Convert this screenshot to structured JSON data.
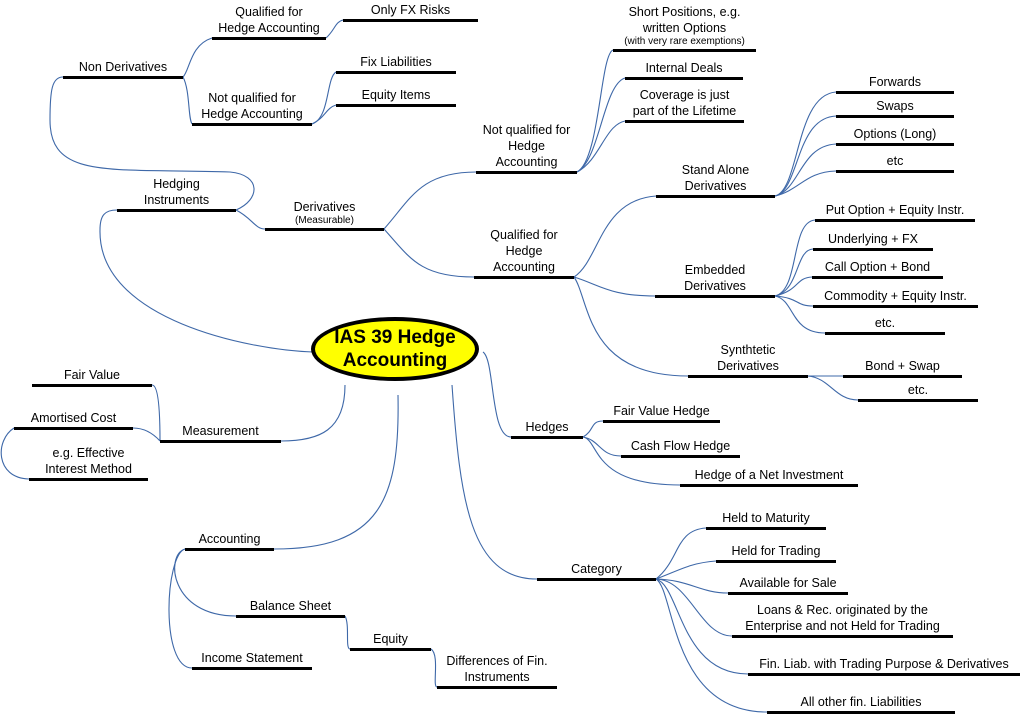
{
  "colors": {
    "connector": "#3e68a8",
    "central_fill": "#ffff00",
    "bar": "#000000"
  },
  "central": {
    "line1": "IAS 39 Hedge",
    "line2": "Accounting"
  },
  "nodes": {
    "hedging_instruments": [
      "Hedging",
      "Instruments"
    ],
    "non_derivatives": [
      "Non Derivatives"
    ],
    "nd_qualified": [
      "Qualified for",
      "Hedge Accounting"
    ],
    "only_fx_risks": [
      "Only FX Risks"
    ],
    "nd_not_qualified": [
      "Not qualified for",
      "Hedge Accounting"
    ],
    "fix_liabilities": [
      "Fix Liabilities"
    ],
    "equity_items": [
      "Equity Items"
    ],
    "derivatives": [
      "Derivatives"
    ],
    "derivatives_sub": "(Measurable)",
    "d_not_qualified": [
      "Not qualified for",
      "Hedge",
      "Accounting"
    ],
    "short_positions": [
      "Short Positions, e.g.",
      "written Options"
    ],
    "short_positions_sub": "(with very rare exemptions)",
    "internal_deals": [
      "Internal Deals"
    ],
    "coverage": [
      "Coverage is just",
      "part of the Lifetime"
    ],
    "d_qualified": [
      "Qualified for",
      "Hedge",
      "Accounting"
    ],
    "stand_alone": [
      "Stand Alone",
      "Derivatives"
    ],
    "forwards": [
      "Forwards"
    ],
    "swaps": [
      "Swaps"
    ],
    "options_long": [
      "Options (Long)"
    ],
    "etc_1": [
      "etc"
    ],
    "embedded": [
      "Embedded",
      "Derivatives"
    ],
    "put_option": [
      "Put Option + Equity Instr."
    ],
    "underlying_fx": [
      "Underlying + FX"
    ],
    "call_option": [
      "Call Option + Bond"
    ],
    "commodity": [
      "Commodity + Equity Instr."
    ],
    "etc_2": [
      "etc."
    ],
    "synthetic": [
      "Synthtetic",
      "Derivatives"
    ],
    "bond_swap": [
      "Bond + Swap"
    ],
    "etc_3": [
      "etc."
    ],
    "measurement": [
      "Measurement"
    ],
    "fair_value": [
      "Fair Value"
    ],
    "amortised_cost": [
      "Amortised Cost"
    ],
    "effective_interest": [
      "e.g. Effective",
      "Interest Method"
    ],
    "hedges": [
      "Hedges"
    ],
    "fair_value_hedge": [
      "Fair Value Hedge"
    ],
    "cash_flow_hedge": [
      "Cash Flow Hedge"
    ],
    "net_investment": [
      "Hedge of a Net Investment"
    ],
    "accounting": [
      "Accounting"
    ],
    "balance_sheet": [
      "Balance Sheet"
    ],
    "equity": [
      "Equity"
    ],
    "differences": [
      "Differences of Fin.",
      "Instruments"
    ],
    "income_statement": [
      "Income Statement"
    ],
    "category": [
      "Category"
    ],
    "held_to_maturity": [
      "Held to Maturity"
    ],
    "held_for_trading": [
      "Held for Trading"
    ],
    "available_for_sale": [
      "Available for Sale"
    ],
    "loans_rec": [
      "Loans & Rec. originated by the",
      "Enterprise and not Held for Trading"
    ],
    "fin_liab_trading": [
      "Fin. Liab. with Trading Purpose & Derivatives"
    ],
    "other_fin_liab": [
      "All other fin. Liabilities"
    ]
  }
}
